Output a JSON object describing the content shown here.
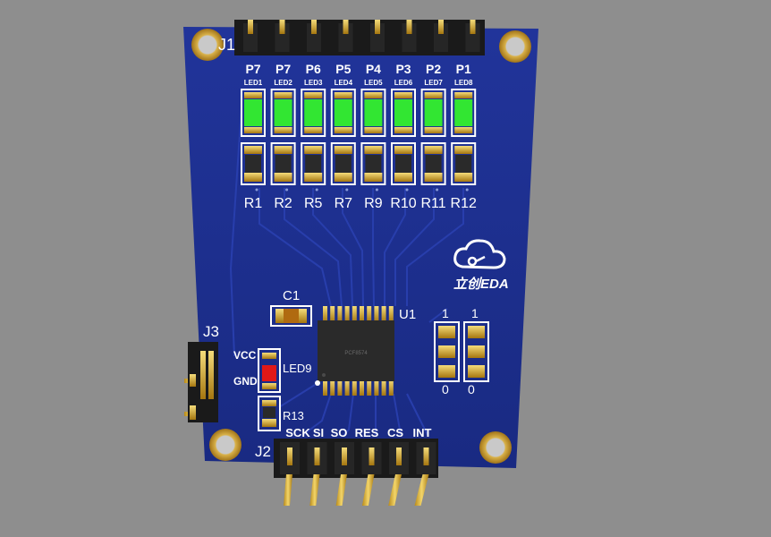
{
  "board": {
    "connectors": {
      "top": "J1",
      "side": "J3",
      "bottom": "J2"
    },
    "top_pins": [
      "P7",
      "P7",
      "P6",
      "P5",
      "P4",
      "P3",
      "P2",
      "P1"
    ],
    "leds": [
      "LED1",
      "LED2",
      "LED3",
      "LED4",
      "LED5",
      "LED6",
      "LED7",
      "LED8"
    ],
    "resistors": [
      "R1",
      "R2",
      "R5",
      "R7",
      "R9",
      "R10",
      "R11",
      "R12"
    ],
    "ic_label": "U1",
    "ic_marking": "PCF8574",
    "cap_label": "C1",
    "power_led_label": "LED9",
    "power_res_label": "R13",
    "side_pins": [
      "VCC",
      "GND"
    ],
    "bottom_pins": [
      "SCK",
      "SI",
      "SO",
      "RES",
      "CS",
      "INT"
    ],
    "address_top": [
      "1",
      "1"
    ],
    "address_bottom": [
      "0",
      "0"
    ],
    "logo_text": "立创EDA",
    "led_color": "#32e632",
    "power_led_color": "#e01818",
    "board_color": "#1c2e8c"
  }
}
